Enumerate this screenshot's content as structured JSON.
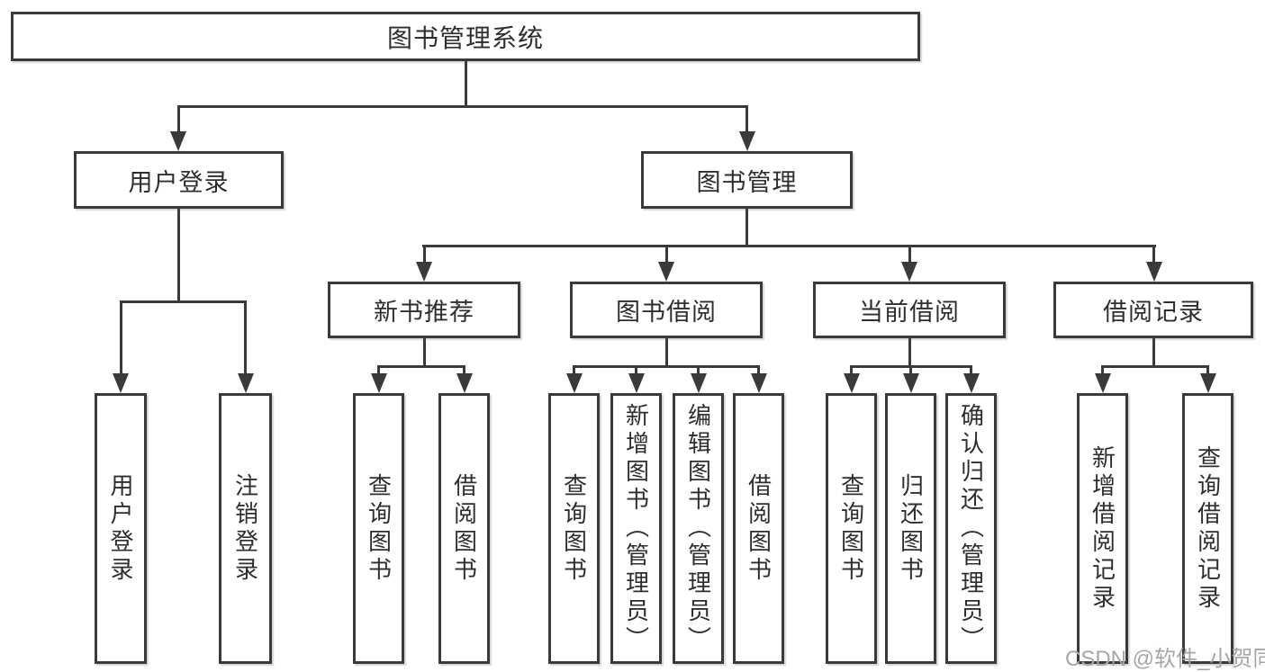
{
  "tree": {
    "root": {
      "label": "图书管理系统"
    },
    "branches": [
      {
        "label": "用户登录",
        "children": [
          {
            "label": "用户登录"
          },
          {
            "label": "注销登录"
          }
        ]
      },
      {
        "label": "图书管理",
        "children": [
          {
            "label": "新书推荐",
            "children": [
              {
                "label": "查询图书"
              },
              {
                "label": "借阅图书"
              }
            ]
          },
          {
            "label": "图书借阅",
            "children": [
              {
                "label": "查询图书"
              },
              {
                "label": "新增图书（管理员）"
              },
              {
                "label": "编辑图书（管理员）"
              },
              {
                "label": "借阅图书"
              }
            ]
          },
          {
            "label": "当前借阅",
            "children": [
              {
                "label": "查询图书"
              },
              {
                "label": "归还图书"
              },
              {
                "label": "确认归还（管理员）"
              }
            ]
          },
          {
            "label": "借阅记录",
            "children": [
              {
                "label": "新增借阅记录"
              },
              {
                "label": "查询借阅记录"
              }
            ]
          }
        ]
      }
    ]
  },
  "watermark": {
    "text": "CSDN @软件_小贺同学"
  },
  "colors": {
    "line": "#3a3a3a",
    "box_border": "#3a3a3a",
    "box_fill": "#ffffff",
    "text": "#2e2e2e",
    "watermark": "#a6a6a6",
    "background": "#ffffff"
  }
}
